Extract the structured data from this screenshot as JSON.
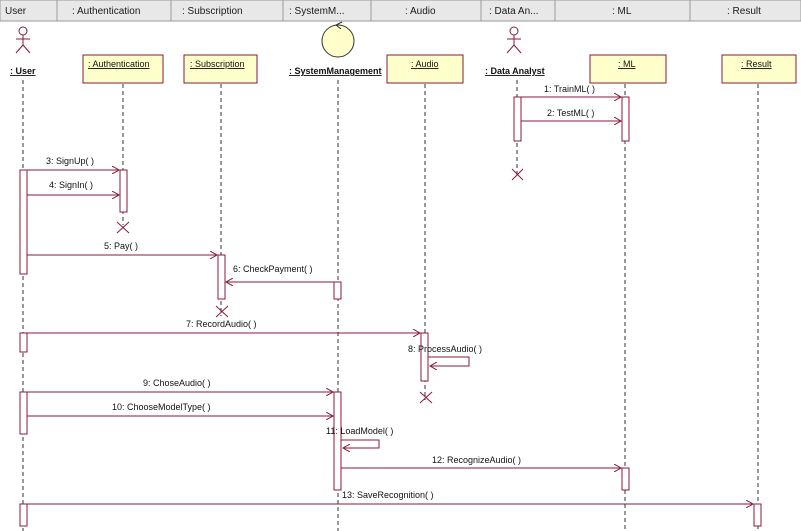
{
  "header": {
    "columns": [
      {
        "id": "user",
        "label": "User"
      },
      {
        "id": "auth",
        "label": ": Authentication"
      },
      {
        "id": "sub",
        "label": ": Subscription"
      },
      {
        "id": "sys",
        "label": ": SystemM..."
      },
      {
        "id": "audio",
        "label": ": Audio"
      },
      {
        "id": "da",
        "label": ": Data An..."
      },
      {
        "id": "ml",
        "label": ": ML"
      },
      {
        "id": "result",
        "label": ": Result"
      }
    ]
  },
  "participants": [
    {
      "id": "user",
      "label": ": User",
      "kind": "actor"
    },
    {
      "id": "auth",
      "label": ": Authentication",
      "kind": "object"
    },
    {
      "id": "sub",
      "label": ": Subscription",
      "kind": "object"
    },
    {
      "id": "sys",
      "label": ": SystemManagement",
      "kind": "control"
    },
    {
      "id": "audio",
      "label": ": Audio",
      "kind": "object"
    },
    {
      "id": "da",
      "label": ": Data Analyst",
      "kind": "actor"
    },
    {
      "id": "ml",
      "label": ": ML",
      "kind": "object"
    },
    {
      "id": "result",
      "label": ": Result",
      "kind": "object"
    }
  ],
  "messages": [
    {
      "id": "m1",
      "label": "1: TrainML( )",
      "from": "da",
      "to": "ml"
    },
    {
      "id": "m2",
      "label": "2: TestML( )",
      "from": "da",
      "to": "ml"
    },
    {
      "id": "m3",
      "label": "3: SignUp( )",
      "from": "user",
      "to": "auth"
    },
    {
      "id": "m4",
      "label": "4: SignIn( )",
      "from": "user",
      "to": "auth"
    },
    {
      "id": "m5",
      "label": "5: Pay( )",
      "from": "user",
      "to": "sub"
    },
    {
      "id": "m6",
      "label": "6: CheckPayment( )",
      "from": "sys",
      "to": "sub"
    },
    {
      "id": "m7",
      "label": "7: RecordAudio( )",
      "from": "user",
      "to": "audio"
    },
    {
      "id": "m8",
      "label": "8: ProcessAudio( )",
      "from": "audio",
      "to": "audio"
    },
    {
      "id": "m9",
      "label": "9: ChoseAudio( )",
      "from": "user",
      "to": "sys"
    },
    {
      "id": "m10",
      "label": "10: ChooseModelType( )",
      "from": "user",
      "to": "sys"
    },
    {
      "id": "m11",
      "label": "11: LoadModel( )",
      "from": "sys",
      "to": "sys"
    },
    {
      "id": "m12",
      "label": "12: RecognizeAudio( )",
      "from": "sys",
      "to": "ml"
    },
    {
      "id": "m13",
      "label": "13: SaveRecognition( )",
      "from": "user",
      "to": "result"
    }
  ],
  "colors": {
    "line": "#8b1a3a",
    "object_fill": "#ffffcc",
    "header_fill": "#e8e8e8",
    "lifeline": "#333333"
  }
}
